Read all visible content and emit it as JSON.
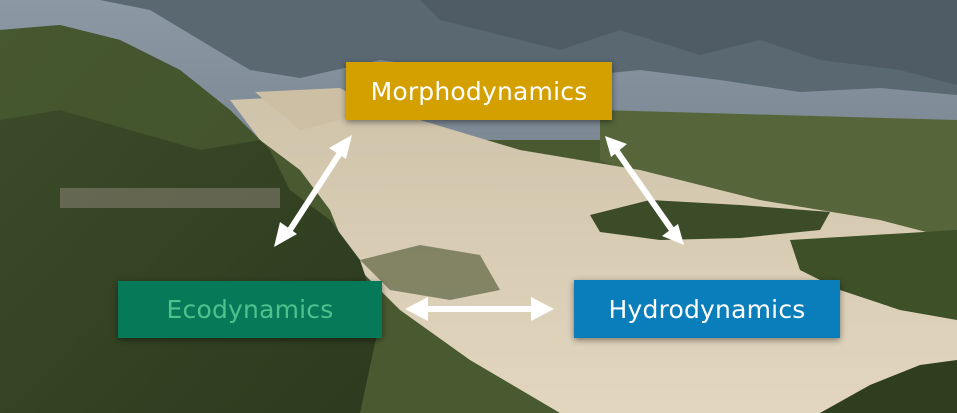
{
  "colors": {
    "morphodynamics_bg": "#d3a000",
    "morphodynamics_text": "#ffffff",
    "ecodynamics_bg": "#067a58",
    "ecodynamics_text": "#4ec18c",
    "hydrodynamics_bg": "#0a7dbb",
    "hydrodynamics_text": "#ffffff",
    "arrow": "#ffffff"
  },
  "diagram": {
    "nodes": {
      "morphodynamics": "Morphodynamics",
      "ecodynamics": "Ecodynamics",
      "hydrodynamics": "Hydrodynamics"
    },
    "edges": [
      {
        "from": "morphodynamics",
        "to": "ecodynamics",
        "style": "double-arrow"
      },
      {
        "from": "morphodynamics",
        "to": "hydrodynamics",
        "style": "double-arrow"
      },
      {
        "from": "ecodynamics",
        "to": "hydrodynamics",
        "style": "double-arrow"
      }
    ]
  },
  "background": {
    "scene": "braided river valley photograph",
    "colors": [
      "#6e7c88",
      "#38482a",
      "#d6c8ae",
      "#4a5a30"
    ]
  }
}
